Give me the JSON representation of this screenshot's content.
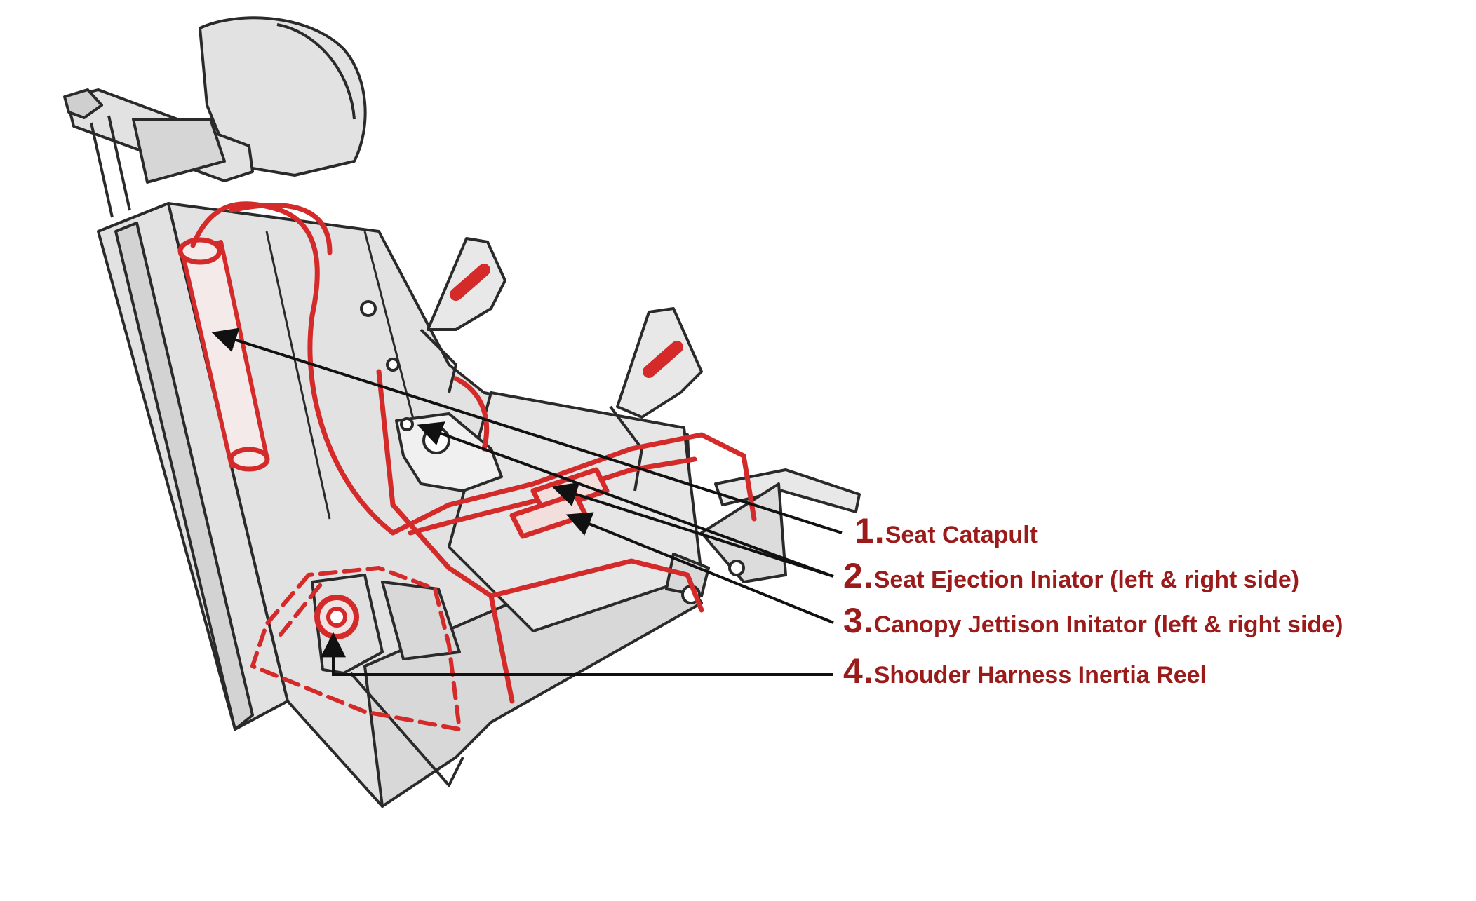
{
  "colors": {
    "accent_red": "#9b1b1b",
    "tube_red": "#d42a2a",
    "seat_fill": "#e2e2e2",
    "seat_outline": "#2a2a2a",
    "leader_line": "#111111"
  },
  "labels": [
    {
      "number": "1.",
      "text": "Seat Catapult"
    },
    {
      "number": "2.",
      "text": "Seat Ejection Iniator (left & right side)"
    },
    {
      "number": "3.",
      "text": "Canopy Jettison Initator (left & right side)"
    },
    {
      "number": "4.",
      "text": "Shouder Harness Inertia Reel"
    }
  ]
}
